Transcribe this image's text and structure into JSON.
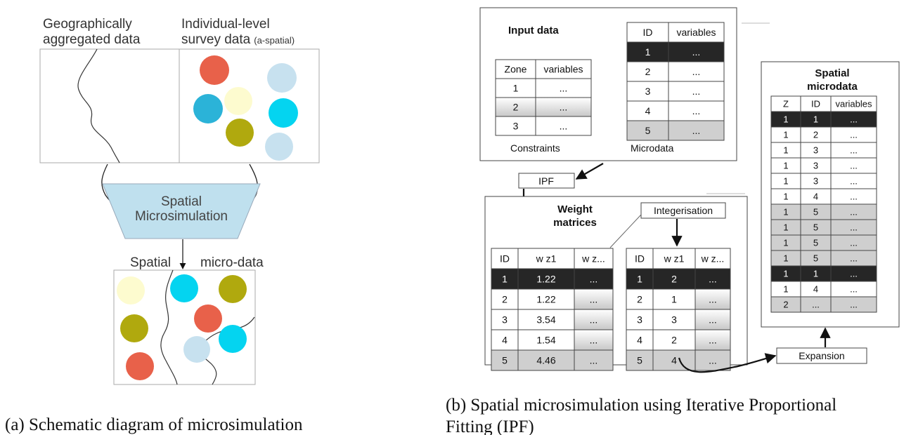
{
  "left": {
    "geo_label_1": "Geographically",
    "geo_label_2": "aggregated data",
    "survey_label_1": "Individual-level",
    "survey_label_2": "survey data",
    "survey_label_note": "(a-spatial)",
    "process_label_1": "Spatial",
    "process_label_2": "Microsimulation",
    "output_label_1": "Spatial",
    "output_label_2": "micro-data",
    "colors": {
      "red": "#e8614a",
      "teal": "#2bb3d8",
      "cream": "#fdfbcf",
      "olive": "#b0a90e",
      "cyan": "#04d4f0",
      "lightblue": "#c7e1ef",
      "trapezoid": "#bfe0ee"
    }
  },
  "right": {
    "input_title": "Input data",
    "constraints": {
      "headers": [
        "Zone",
        "variables"
      ],
      "rows": [
        [
          "1",
          "..."
        ],
        [
          "2",
          "..."
        ],
        [
          "3",
          "..."
        ]
      ],
      "label": "Constraints"
    },
    "microdata": {
      "headers": [
        "ID",
        "variables"
      ],
      "rows": [
        [
          "1",
          "..."
        ],
        [
          "2",
          "..."
        ],
        [
          "3",
          "..."
        ],
        [
          "4",
          "..."
        ],
        [
          "5",
          "..."
        ]
      ],
      "label": "Microdata"
    },
    "ipf_label": "IPF",
    "weight_title_1": "Weight",
    "weight_title_2": "matrices",
    "integerisation_label": "Integerisation",
    "weights": {
      "headers": [
        "ID",
        "w z1",
        "w z..."
      ],
      "rows": [
        [
          "1",
          "1.22",
          "..."
        ],
        [
          "2",
          "1.22",
          "..."
        ],
        [
          "3",
          "3.54",
          "..."
        ],
        [
          "4",
          "1.54",
          "..."
        ],
        [
          "5",
          "4.46",
          "..."
        ]
      ]
    },
    "integer_weights": {
      "headers": [
        "ID",
        "w z1",
        "w z..."
      ],
      "rows": [
        [
          "1",
          "2",
          "..."
        ],
        [
          "2",
          "1",
          "..."
        ],
        [
          "3",
          "3",
          "..."
        ],
        [
          "4",
          "2",
          "..."
        ],
        [
          "5",
          "4",
          "..."
        ]
      ]
    },
    "expansion_label": "Expansion",
    "spatial_title_1": "Spatial",
    "spatial_title_2": "microdata",
    "spatial": {
      "headers": [
        "Z",
        "ID",
        "variables"
      ],
      "rows": [
        [
          "1",
          "1",
          "..."
        ],
        [
          "1",
          "2",
          "..."
        ],
        [
          "1",
          "3",
          "..."
        ],
        [
          "1",
          "3",
          "..."
        ],
        [
          "1",
          "3",
          "..."
        ],
        [
          "1",
          "4",
          "..."
        ],
        [
          "1",
          "5",
          "..."
        ],
        [
          "1",
          "5",
          "..."
        ],
        [
          "1",
          "5",
          "..."
        ],
        [
          "1",
          "5",
          "..."
        ],
        [
          "1",
          "1",
          "..."
        ],
        [
          "1",
          "4",
          "..."
        ],
        [
          "2",
          "...",
          "..."
        ]
      ]
    }
  },
  "captions": {
    "a": "(a) Schematic diagram of microsimulation",
    "b_line1": "(b) Spatial microsimulation using Iterative Proportional",
    "b_line2": "Fitting (IPF)"
  }
}
